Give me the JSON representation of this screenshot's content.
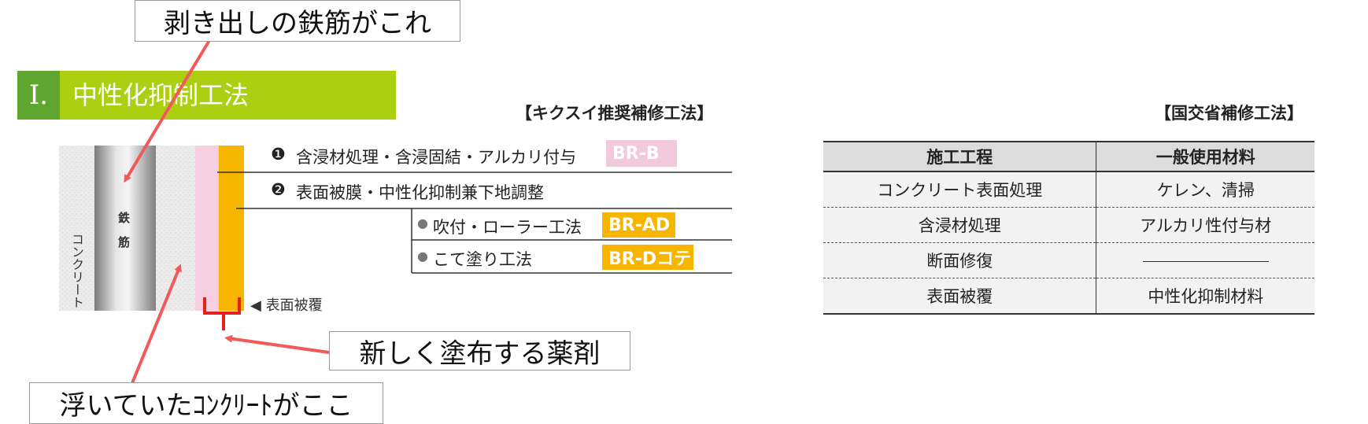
{
  "callouts": {
    "rebar": "剥き出しの鉄筋がこれ",
    "new_agent": "新しく塗布する薬剤",
    "old_concrete": "浮いていたｺﾝｸﾘｰﾄがここ"
  },
  "banner": {
    "number": "I.",
    "title": "中性化抑制工法"
  },
  "kikusui": {
    "heading": "【キクスイ推奨補修工法】",
    "step1": "含浸材処理・含浸固結・アルカリ付与",
    "step1_badge": "BR-B",
    "step2": "表面被膜・中性化抑制兼下地調整",
    "sub1": "吹付・ローラー工法",
    "sub1_badge": "BR-AD",
    "sub2": "こて塗り工法",
    "sub2_badge": "BR-Dコテ",
    "step1_marker": "❶",
    "step2_marker": "❷",
    "bullet": "●"
  },
  "cross_section": {
    "concrete_label": "コンクリート",
    "rebar_label_1": "鉄",
    "rebar_label_2": "筋",
    "coating_label": "◀ 表面被覆"
  },
  "mlit": {
    "heading": "【国交省補修工法】",
    "headers": [
      "施工工程",
      "一般使用材料"
    ],
    "rows": [
      [
        "コンクリート表面処理",
        "ケレン、清掃"
      ],
      [
        "含浸材処理",
        "アルカリ性付与材"
      ],
      [
        "断面修復",
        ""
      ],
      [
        "表面被覆",
        "中性化抑制材料"
      ]
    ]
  },
  "colors": {
    "banner_green": "#acd011",
    "banner_dark": "#5fa62f",
    "badge_pink": "#f2c9dd",
    "badge_orange": "#f7b500",
    "arrow_red": "#f05a5a",
    "bracket_red": "#e8201c"
  }
}
